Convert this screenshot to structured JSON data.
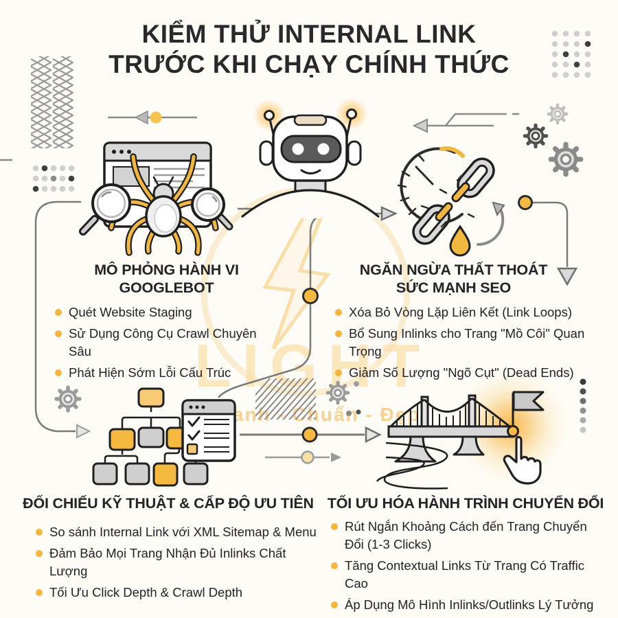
{
  "page": {
    "background": "#FDFCF7"
  },
  "title": {
    "line1": "KIỂM THỬ INTERNAL LINK",
    "line2": "TRƯỚC KHI CHẠY CHÍNH THỨC"
  },
  "watermark": {
    "brand": "LIGHT",
    "tagline": "Nhanh - Chuẩn - Đẹp",
    "logo": "lightning-bolt-circle"
  },
  "colors": {
    "accent_yellow": "#F6B93F",
    "accent_yellow_light": "#F7CB73",
    "bullet_dot": "#F8B43B",
    "outline_dark": "#1F1F1F",
    "connector_gray": "#7A7A7A",
    "fill_gray": "#D8D8D8",
    "glow_orange": "#F5A623",
    "text_dark": "#29292C"
  },
  "sections": [
    {
      "id": "googlebot",
      "icon": "spider-crawler-browser-illustration",
      "heading_line1": "MÔ PHỎNG HÀNH VI",
      "heading_line2": "GOOGLEBOT",
      "bullets": [
        "Quét Website Staging",
        "Sử Dụng Công Cụ Crawl Chuyên Sâu",
        "Phát Hiện Sớm Lỗi Cấu Trúc"
      ]
    },
    {
      "id": "seo-loss-prevention",
      "icon": "broken-chain-illustration",
      "heading_line1": "NGĂN NGỪA THẤT THOÁT",
      "heading_line2": "SỨC MẠNH SEO",
      "bullets": [
        "Xóa Bỏ Vòng Lặp Liên Kết (Link Loops)",
        "Bổ Sung Inlinks cho Trang \"Mồ Côi\" Quan Trọng",
        "Giảm Số Lượng \"Ngõ Cụt\" (Dead Ends)"
      ]
    },
    {
      "id": "technical-audit",
      "icon": "sitemap-checklist-illustration",
      "heading_line1": "ĐỐI CHIẾU KỸ THUẬT & CẤP ĐỘ ƯU TIÊN",
      "heading_line2": "",
      "bullets": [
        "So sánh Internal Link với XML Sitemap & Menu",
        "Đảm Bảo Mọi Trang Nhận Đủ Inlinks Chất Lượng",
        "Tối Ưu Click Depth & Crawl Depth"
      ]
    },
    {
      "id": "conversion-journey",
      "icon": "bridge-flag-illustration",
      "heading_line1": "TỐI ƯU HÓA HÀNH TRÌNH CHUYỂN ĐỔI",
      "heading_line2": "",
      "bullets": [
        "Rút Ngắn Khoảng Cách đến Trang Chuyển Đổi (1-3 Clicks)",
        "Tăng Contextual Links Từ Trang Có Traffic Cao",
        "Áp Dụng Mô Hình Inlinks/Outlinks Lý Tưởng"
      ]
    }
  ]
}
